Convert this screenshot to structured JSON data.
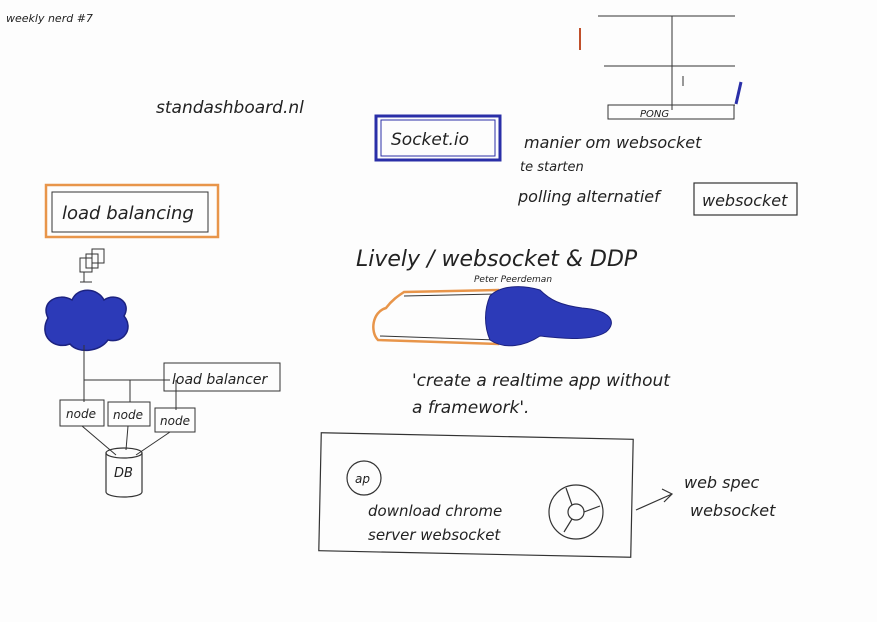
{
  "header": {
    "title": "weekly nerd #7"
  },
  "left": {
    "site": "standashboard.nl",
    "load_balancing_title": "load balancing",
    "load_balancer_label": "load balancer",
    "node_labels": [
      "node",
      "node",
      "node"
    ],
    "db_label": "DB"
  },
  "top_right": {
    "pong_label": "PONG"
  },
  "socketio": {
    "label": "Socket.io",
    "note_line1": "manier om websocket",
    "note_line2": "te starten",
    "note_line3": "polling alternatief",
    "websocket_box": "websocket"
  },
  "lively": {
    "title": "Lively / websocket & DDP",
    "subtitle": "Peter Peerdeman",
    "quote_line1": "'create a realtime app without",
    "quote_line2": "a framework'."
  },
  "bottom": {
    "icon_label": "ap",
    "text_line1": "download chrome",
    "text_line2": "server websocket",
    "arrow_text_line1": "web spec",
    "arrow_text_line2": "websocket"
  },
  "colors": {
    "ink": "#222222",
    "orange": "#e8954a",
    "blue": "#2a2fa8",
    "blue_fill": "#2c3ab8"
  }
}
